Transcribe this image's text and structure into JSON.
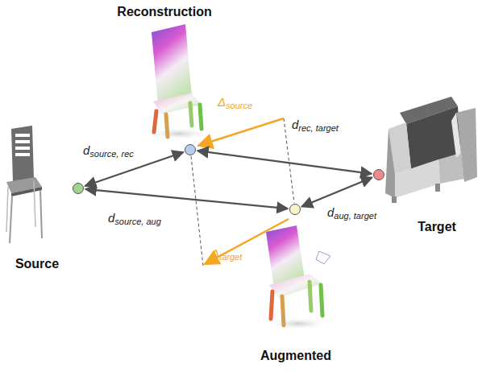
{
  "diagram": {
    "nodes": [
      {
        "text": [
          "Reconstruction"
        ]
      },
      {
        "text": [
          "Source"
        ]
      },
      {
        "text": [
          "Target"
        ]
      },
      {
        "text": [
          "Augmented"
        ]
      }
    ],
    "edges": [
      {
        "from": 1,
        "to": 0,
        "arrow": "both",
        "label": "dsource, rec"
      },
      {
        "from": 0,
        "to": 2,
        "arrow": "both",
        "label": "drec, target"
      },
      {
        "from": 1,
        "to": 3,
        "arrow": "both",
        "label": "dsource, aug"
      },
      {
        "from": 3,
        "to": 2,
        "arrow": "both",
        "label": "daug, target"
      }
    ],
    "labels": [
      "Δsource",
      "Δtarget"
    ]
  }
}
